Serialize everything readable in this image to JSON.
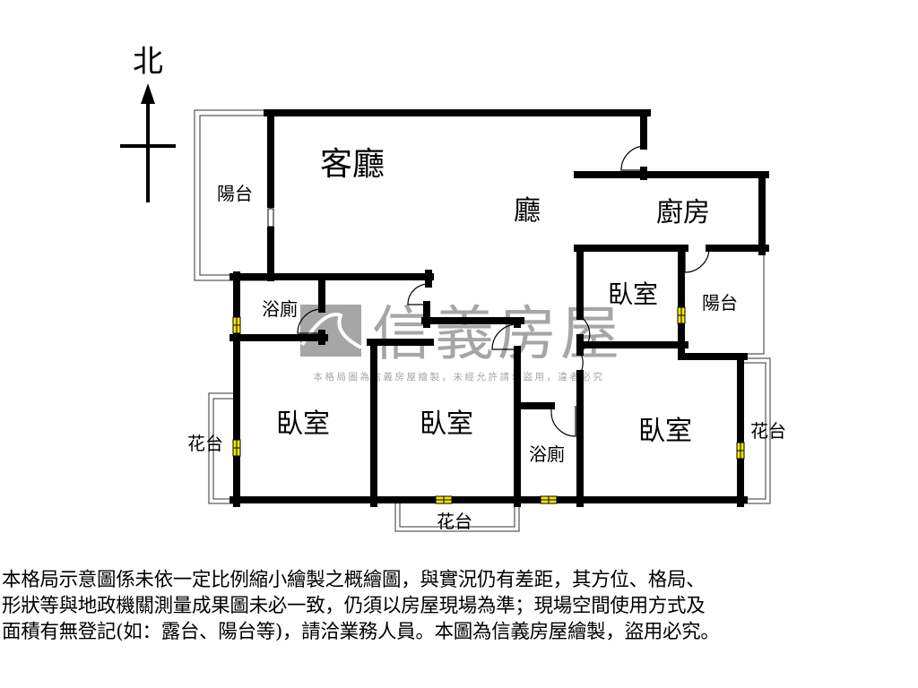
{
  "compass": {
    "north_label": "北"
  },
  "rooms": {
    "living_room": "客廳",
    "hall": "廳",
    "kitchen": "廚房",
    "balcony_west": "陽台",
    "bath_west": "浴廁",
    "bedroom_small": "臥室",
    "balcony_east": "陽台",
    "bedroom_west": "臥室",
    "bedroom_middle": "臥室",
    "bath_middle": "浴廁",
    "bedroom_east": "臥室",
    "planter_west": "花台",
    "planter_east": "花台",
    "planter_south": "花台"
  },
  "watermark": {
    "brand": "信義房屋",
    "notice": "本格局圖為信義房屋繪製，未經允許請勿盜用，違者必究"
  },
  "disclaimer": [
    "本格局示意圖係未依一定比例縮小繪製之概繪圖，與實況仍有差距，其方位、格局、",
    "形狀等與地政機關測量成果圖未必一致，仍須以房屋現場為準；現場空間使用方式及",
    "面積有無登記(如：露台、陽台等)，請洽業務人員。本圖為信義房屋繪製，盜用必究。"
  ],
  "colors": {
    "wall": "#000000",
    "window": "#f2e600",
    "watermark": "#a6a6a6"
  }
}
